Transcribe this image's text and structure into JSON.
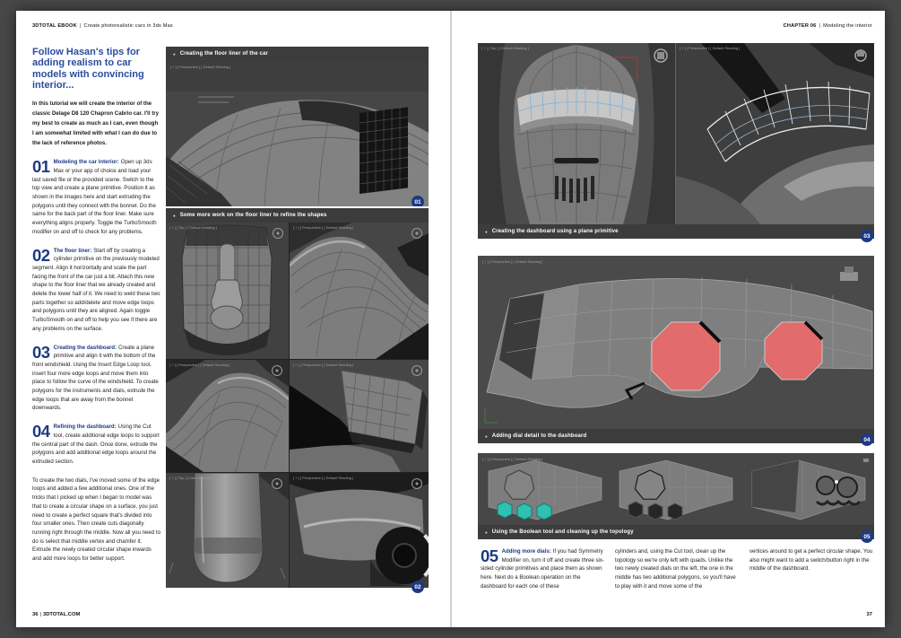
{
  "colors": {
    "accent_navy": "#1d3a86",
    "heading_blue": "#2a4ca0",
    "caption_bar": "#3c3c3c",
    "dial_red": "#e26b6b",
    "cylinder_teal": "#2fc0b2",
    "selection_blue": "#7fb0d6"
  },
  "left_page": {
    "header": {
      "brand": "3DTOTAL EBOOK",
      "sep": "|",
      "title": "Create photorealistic cars in 3ds Max"
    },
    "headline": "Follow Hasan's tips for adding realism to car models with convincing interior...",
    "intro": "In this tutorial we will create the interior of the classic Delage D8 120 Chapron Cabrio car. I'll try my best to create as much as I can, even though I am somewhat limited with what I can do due to the lack of reference photos.",
    "steps": [
      {
        "number": "01",
        "title": "Modeling the car interior:",
        "body": "Open up 3ds Max or your app of choice and load your last saved file or the provided scene. Switch to the top view and create a plane primitive. Position it as shown in the images here and start extruding the polygons until they connect with the bonnet. Do the same for the back part of the floor liner. Make sure everything aligns properly. Toggle the TurboSmooth modifier on and off to check for any problems."
      },
      {
        "number": "02",
        "title": "The floor liner:",
        "body": "Start off by creating a cylinder primitive on the previously modeled segment. Align it horizontally and scale the part facing the front of the car just a bit. Attach this new shape to the floor liner that we already created and delete the lower half of it. We need to weld these two parts together so add/delete and move edge loops and polygons until they are aligned. Again toggle TurboSmooth on and off to help you see if there are any problems on the surface."
      },
      {
        "number": "03",
        "title": "Creating the dashboard:",
        "body": "Create a plane primitive and align it with the bottom of the front windshield. Using the Insert Edge Loop tool, insert four more edge loops and move them into place to follow the curve of the windshield. To create polygons for the instruments and dials, extrude the edge loops that are away from the bonnet downwards."
      },
      {
        "number": "04",
        "title": "Refining the dashboard:",
        "body": "Using the Cut tool, create additional edge loops to support the central part of the dash. Once done, extrude the polygons and add additional edge loops around the extruded section."
      }
    ],
    "closing": "To create the two dials, I've moved some of the edge loops and added a few additional ones. One of the tricks that I picked up when I began to model was that to create a circular shape on a surface, you just need to create a perfect square that's divided into four smaller ones. Then create cuts diagonally running right through the middle. Now all you need to do is select that middle vertex and chamfer it. Extrude the newly created circular shape inwards and add more loops for better support.",
    "footer": {
      "page": "36",
      "sep": "|",
      "site": "3DTOTAL.COM"
    }
  },
  "right_page": {
    "header": {
      "chapter": "CHAPTER 06",
      "sep": "|",
      "title": "Modeling the interior"
    },
    "step05": {
      "number": "05",
      "title": "Adding more dials:",
      "col1": "If you had Symmetry Modifier on, turn it off and create three six-sided cylinder primitives and place them as shown here. Next do a Boolean operation on the dashboard for each one of these",
      "col2": "cylinders and, using the Cut tool, clean up the topology so we're only left with quads. Unlike the two newly created dials on the left, the one in the middle has two additional polygons, so you'll have to play with it and move some of the",
      "col3": "vertices around to get a perfect circular shape. You also might want to add a switch/button right in the middle of the dashboard."
    },
    "footer": {
      "page": "37"
    }
  },
  "figures": {
    "bullet": "●",
    "fig01": {
      "caption": "Creating the floor liner of the car",
      "badge": "01"
    },
    "fig02": {
      "caption": "Some more work on the floor liner to refine the shapes",
      "badge": "02"
    },
    "fig03": {
      "caption": "Creating the dashboard using a plane primitive",
      "badge": "03"
    },
    "fig04": {
      "caption": "Adding dial detail to the dashboard",
      "badge": "04"
    },
    "fig05": {
      "caption": "Using the Boolean tool and cleaning up the topology",
      "badge": "05"
    },
    "viewport_labels": {
      "perspective": "[ + ] [ Perspective ] [ Default Shading ]",
      "top": "[ + ] [ Top ] [ Default Shading ]"
    }
  }
}
